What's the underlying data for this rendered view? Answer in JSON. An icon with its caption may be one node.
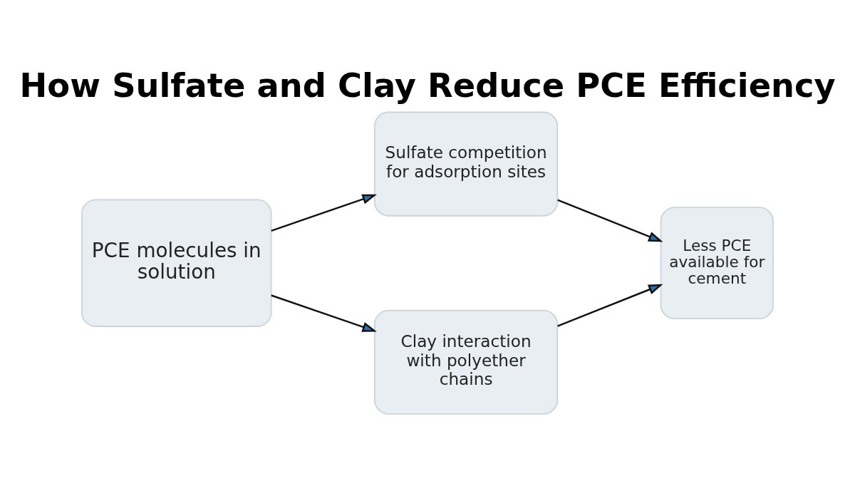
{
  "diagram": {
    "title": "How Sulfate and Clay Reduce PCE Efficiency",
    "nodes": [
      {
        "text": [
          "PCE molecules in solution"
        ]
      },
      {
        "text": [
          "Sulfate competition for adsorption sites"
        ]
      },
      {
        "text": [
          "Clay interaction with polyether chains"
        ]
      },
      {
        "text": [
          "Less PCE available for cement"
        ]
      }
    ],
    "edges": [
      {
        "from": 0,
        "to": 1,
        "arrow": "to"
      },
      {
        "from": 0,
        "to": 2,
        "arrow": "to"
      },
      {
        "from": 1,
        "to": 3,
        "arrow": "to"
      },
      {
        "from": 2,
        "to": 3,
        "arrow": "to"
      }
    ]
  }
}
